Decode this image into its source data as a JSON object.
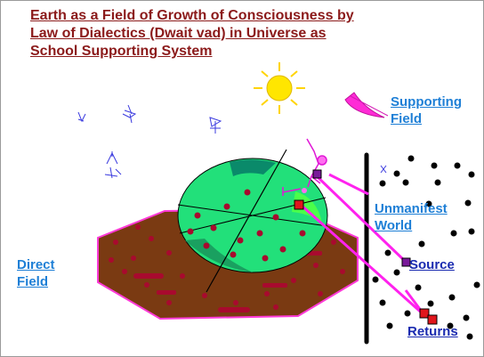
{
  "title": {
    "line1": "Earth as a Field of Growth of Consciousness by",
    "line2": "Law of Dialectics (Dwait vad) in Universe as",
    "line3": "School Supporting System"
  },
  "labels": {
    "supporting_field_1": "Supporting",
    "supporting_field_2": "Field",
    "unmanifest_world_1": "Unmanifest",
    "unmanifest_world_2": "World",
    "direct_field_1": "Direct",
    "direct_field_2": "Field",
    "source": "Source",
    "returns": "Returns"
  },
  "colors": {
    "title": "#8b1a1a",
    "label": "#1e7fd6",
    "label_dark": "#1a2bb0",
    "sun": "#ffe600",
    "globe": "#27e07a",
    "ground": "#7a3a12",
    "dots": "#8a0a1e",
    "rays": "#ff22ee",
    "wall": "#000000"
  }
}
